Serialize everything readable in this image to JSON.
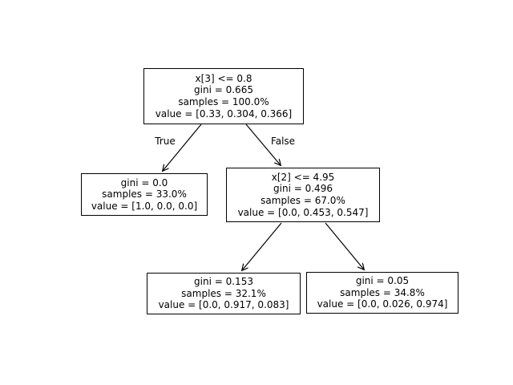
{
  "figure": {
    "background_color": "#ffffff",
    "node_fill_color": "#ffffff",
    "node_border_color": "#000000",
    "text_color": "#000000"
  },
  "nodes": {
    "root": {
      "lines": [
        "x[3] <= 0.8",
        "gini = 0.665",
        "samples = 100.0%",
        "value = [0.33, 0.304, 0.366]"
      ]
    },
    "left": {
      "lines": [
        "gini = 0.0",
        "samples = 33.0%",
        "value = [1.0, 0.0, 0.0]"
      ]
    },
    "right": {
      "lines": [
        "x[2] <= 4.95",
        "gini = 0.496",
        "samples = 67.0%",
        "value = [0.0, 0.453, 0.547]"
      ]
    },
    "right_left": {
      "lines": [
        "gini = 0.153",
        "samples = 32.1%",
        "value = [0.0, 0.917, 0.083]"
      ]
    },
    "right_right": {
      "lines": [
        "gini = 0.05",
        "samples = 34.8%",
        "value = [0.0, 0.026, 0.974]"
      ]
    }
  },
  "edges": {
    "true_label": "True",
    "false_label": "False"
  }
}
